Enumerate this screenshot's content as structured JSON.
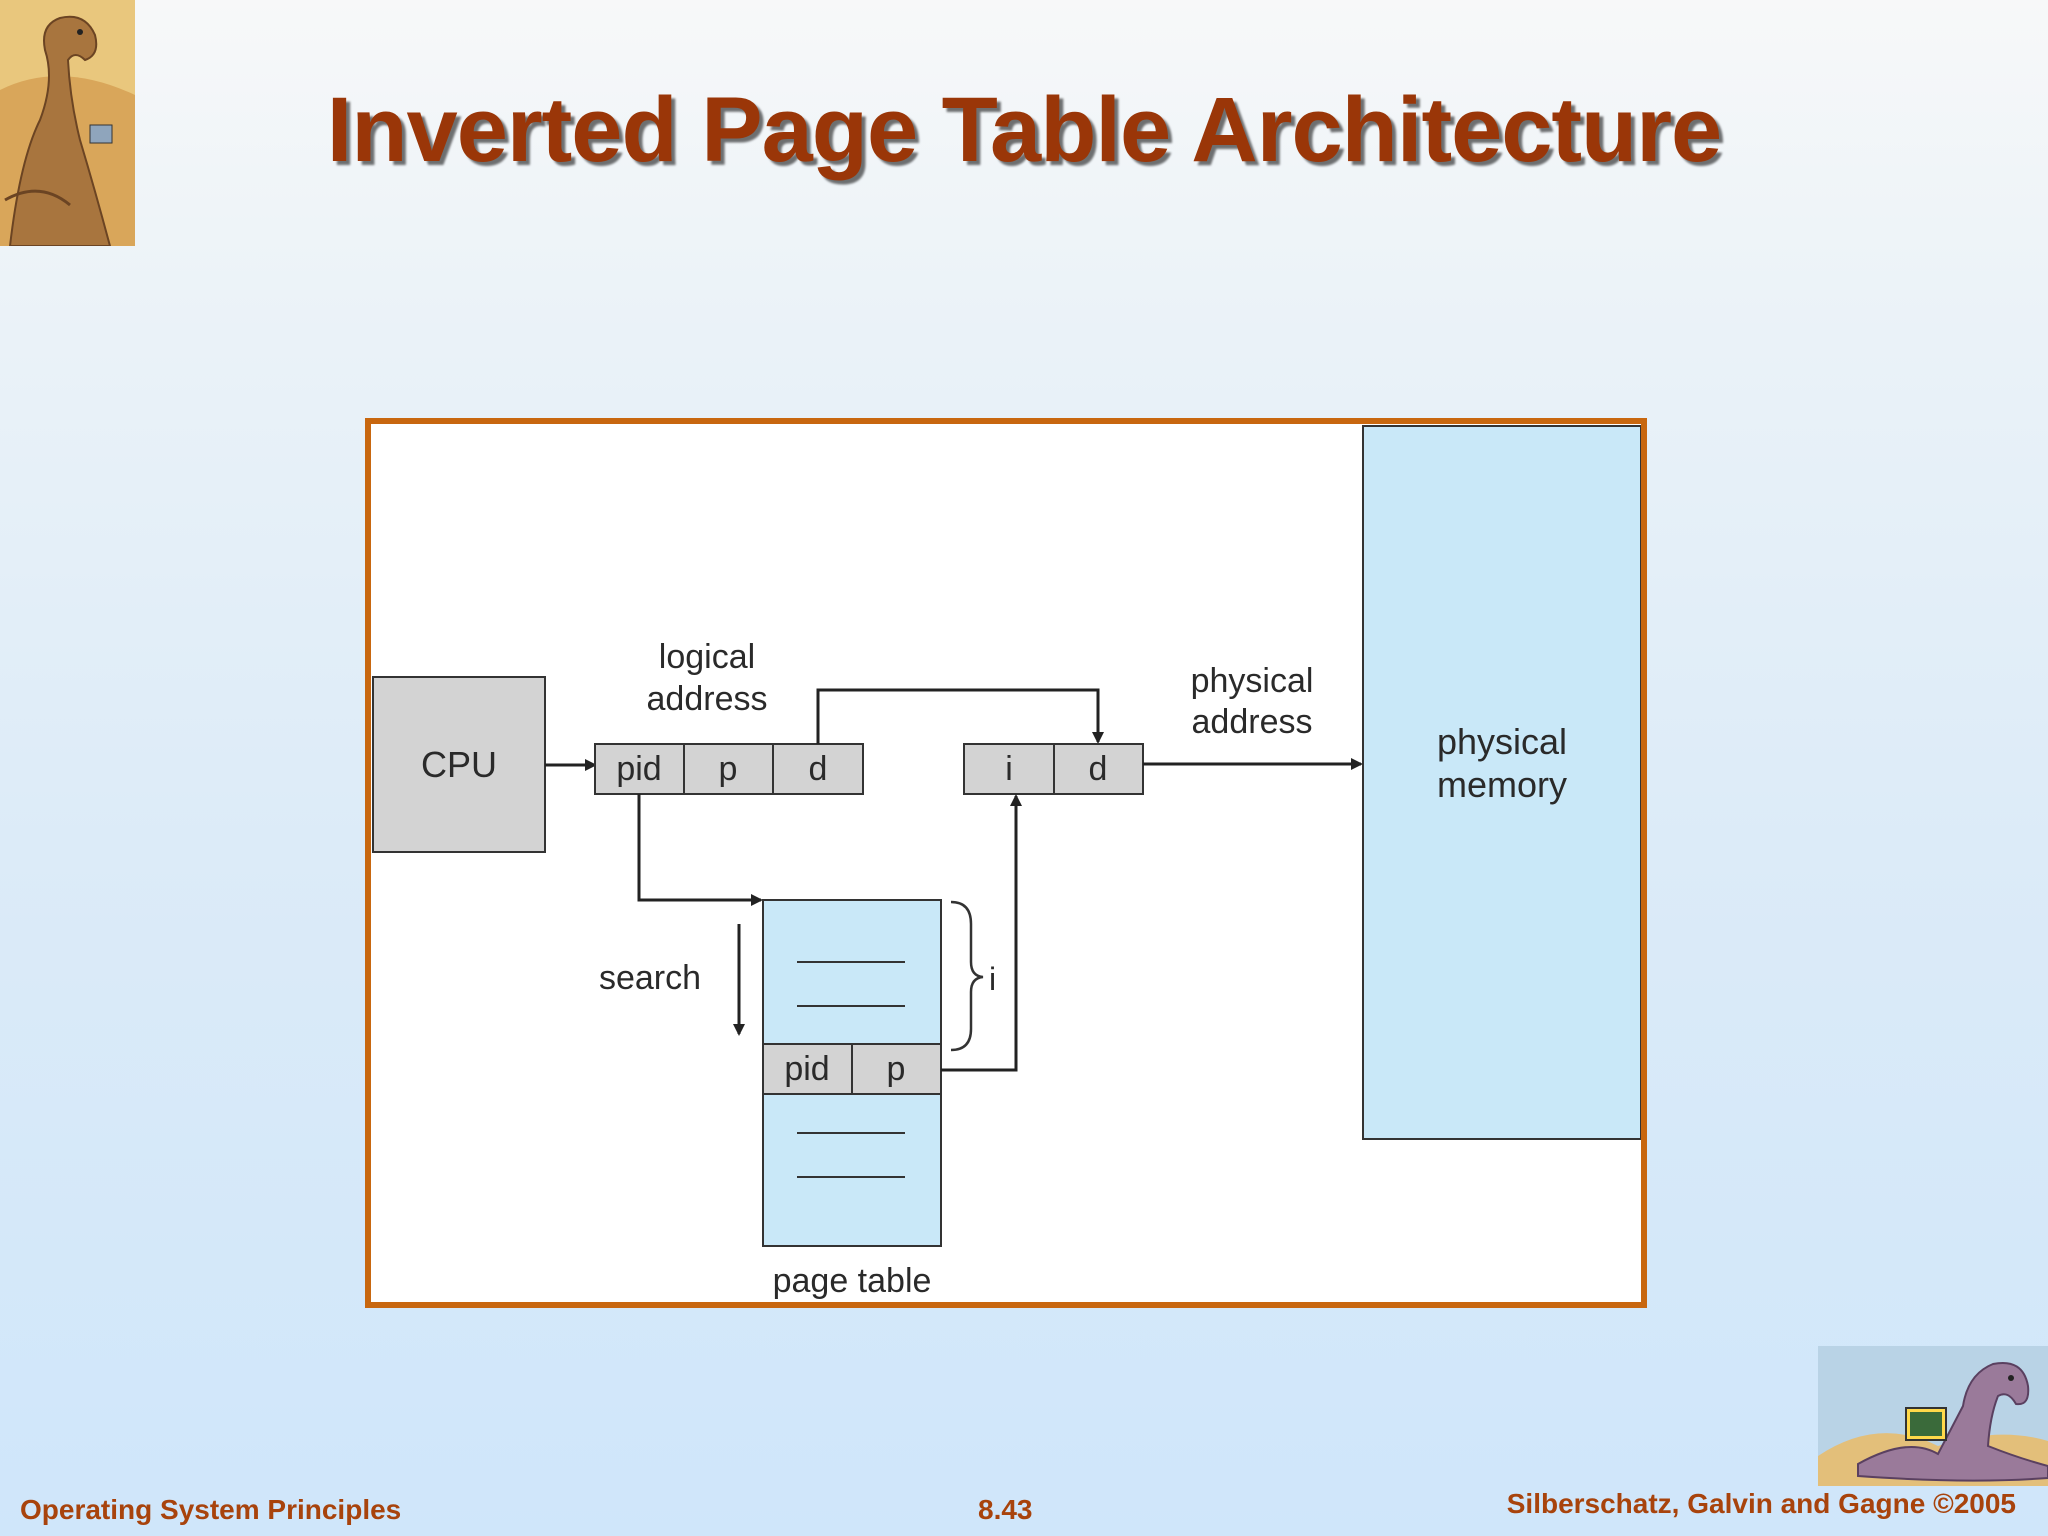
{
  "slide": {
    "title": "Inverted Page Table Architecture",
    "footer_left": "Operating System Principles",
    "footer_center": "8.43",
    "footer_right": "Silberschatz, Galvin and Gagne ©2005"
  },
  "diagram": {
    "cpu": "CPU",
    "logical_address_line1": "logical",
    "logical_address_line2": "address",
    "logical_fields": [
      "pid",
      "p",
      "d"
    ],
    "physical_address_line1": "physical",
    "physical_address_line2": "address",
    "physical_fields": [
      "i",
      "d"
    ],
    "physical_memory_line1": "physical",
    "physical_memory_line2": "memory",
    "search": "search",
    "entry_fields": [
      "pid",
      "p"
    ],
    "brace_label": "i",
    "page_table": "page table"
  },
  "colors": {
    "title": "#9a3608",
    "footer": "#a8430c",
    "frame_border": "#c8670f",
    "box_gray": "#d3d3d3",
    "box_blue": "#c9e8f8"
  }
}
